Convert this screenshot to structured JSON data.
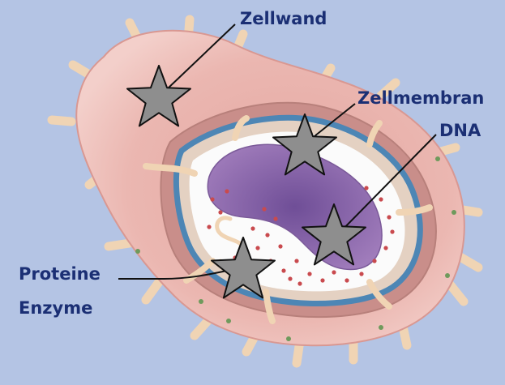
{
  "labels": {
    "zellwand": "Zellwand",
    "zellmembran": "Zellmembran",
    "dna": "DNA",
    "proteine": "Proteine",
    "enzyme": "Enzyme"
  },
  "colors": {
    "background": "#b4c4e4",
    "label_text": "#1b2f74",
    "outer_wall": "#eab3ad",
    "inner_wall": "#c98e8a",
    "membrane": "#4d86b5",
    "cytoplasm": "#fbfbfb",
    "dna": "#8c64a8",
    "dots": "#c94a4e",
    "pili": "#f0d4b4",
    "star_fill": "#8e8e8e",
    "star_stroke": "#111111"
  }
}
